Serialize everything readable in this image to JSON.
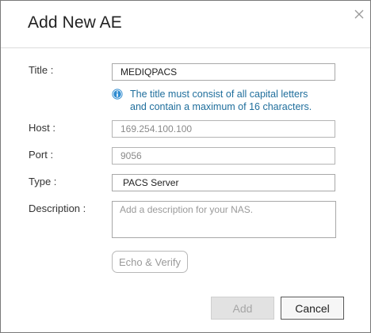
{
  "dialog": {
    "title": "Add New AE",
    "close_icon": "close-icon"
  },
  "form": {
    "title": {
      "label": "Title :",
      "value": "MEDIQPACS"
    },
    "hint": {
      "icon": "info-icon",
      "line1": "The title must consist of all capital letters",
      "line2": "and contain a maximum of 16 characters."
    },
    "host": {
      "label": "Host :",
      "value": "169.254.100.100"
    },
    "port": {
      "label": "Port :",
      "value": "9056"
    },
    "type": {
      "label": "Type :",
      "value": "PACS Server"
    },
    "description": {
      "label": "Description :",
      "value": "",
      "placeholder": "Add a description for your NAS."
    }
  },
  "buttons": {
    "echo_verify": "Echo & Verify",
    "add": "Add",
    "cancel": "Cancel"
  },
  "colors": {
    "hint_text": "#1f6e9c",
    "info_icon": "#2e8bd0"
  }
}
